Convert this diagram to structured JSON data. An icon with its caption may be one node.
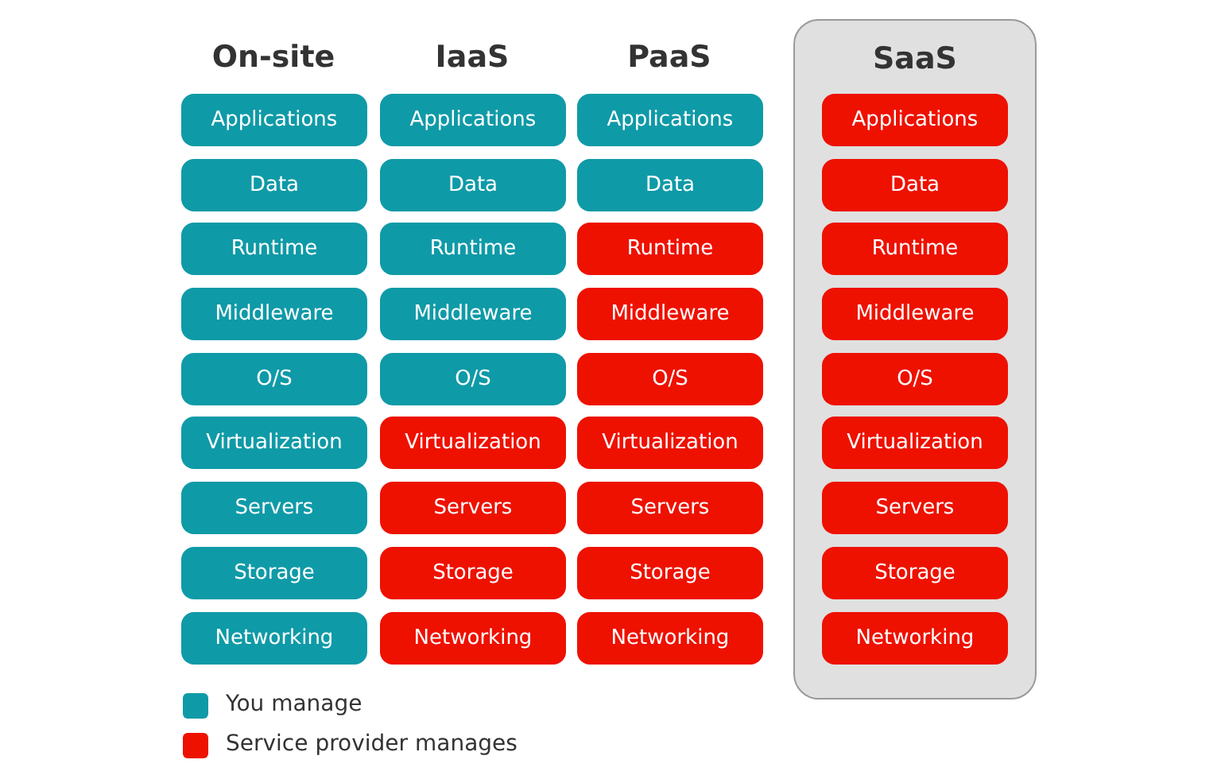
{
  "diagram": {
    "nodes": [
      {
        "text": [
          "Applications"
        ]
      },
      {
        "text": [
          "Data"
        ]
      },
      {
        "text": [
          "Runtime"
        ]
      },
      {
        "text": [
          "Middleware"
        ]
      },
      {
        "text": [
          "O/S"
        ]
      },
      {
        "text": [
          "Virtualization"
        ]
      },
      {
        "text": [
          "Servers"
        ]
      },
      {
        "text": [
          "Storage"
        ]
      },
      {
        "text": [
          "Networking"
        ]
      },
      {
        "text": [
          "Applications"
        ]
      },
      {
        "text": [
          "Data"
        ]
      },
      {
        "text": [
          "Runtime"
        ]
      },
      {
        "text": [
          "Middleware"
        ]
      },
      {
        "text": [
          "O/S"
        ]
      },
      {
        "text": [
          "Virtualization"
        ]
      },
      {
        "text": [
          "Servers"
        ]
      },
      {
        "text": [
          "Storage"
        ]
      },
      {
        "text": [
          "Networking"
        ]
      },
      {
        "text": [
          "Applications"
        ]
      },
      {
        "text": [
          "Data"
        ]
      },
      {
        "text": [
          "Runtime"
        ]
      },
      {
        "text": [
          "Middleware"
        ]
      },
      {
        "text": [
          "O/S"
        ]
      },
      {
        "text": [
          "Virtualization"
        ]
      },
      {
        "text": [
          "Servers"
        ]
      },
      {
        "text": [
          "Storage"
        ]
      },
      {
        "text": [
          "Networking"
        ]
      },
      {
        "text": [
          "SaaS"
        ]
      },
      {
        "text": [
          "Applications"
        ],
        "in": 27
      },
      {
        "text": [
          "Data"
        ],
        "in": 27
      },
      {
        "text": [
          "Runtime"
        ],
        "in": 27
      },
      {
        "text": [
          "Middleware"
        ],
        "in": 27
      },
      {
        "text": [
          "O/S"
        ],
        "in": 27
      },
      {
        "text": [
          "Virtualization"
        ],
        "in": 27
      },
      {
        "text": [
          "Servers"
        ],
        "in": 27
      },
      {
        "text": [
          "Storage"
        ],
        "in": 27
      },
      {
        "text": [
          "Networking"
        ],
        "in": 27
      }
    ],
    "labels": [
      "On-site",
      "IaaS",
      "PaaS"
    ],
    "legend": [
      {
        "text": "You manage",
        "color": "#0f9aa7"
      },
      {
        "text": "Service provider manages",
        "color": "#ee1100"
      }
    ]
  }
}
